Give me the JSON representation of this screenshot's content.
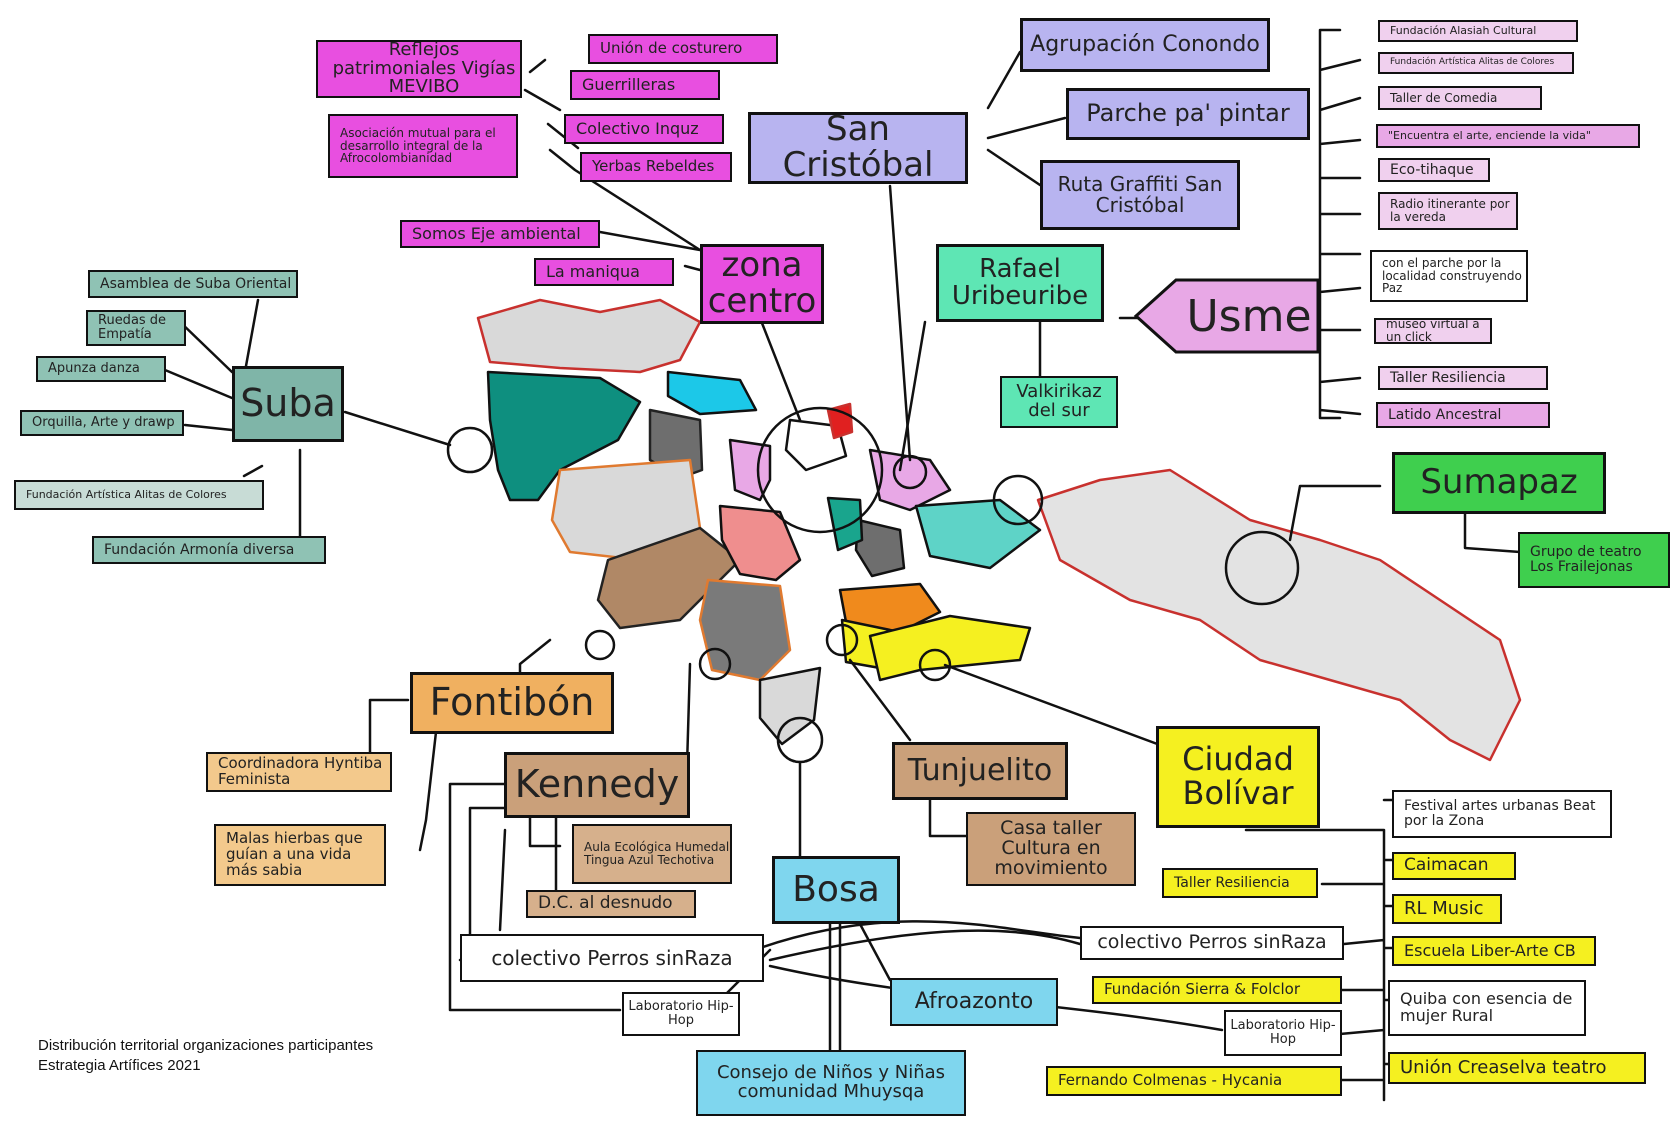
{
  "caption": {
    "line1": "Distribución territorial  organizaciones participantes",
    "line2": "Estrategia Artífices 2021"
  },
  "colors": {
    "magenta": "#e84fe0",
    "lavender": "#b8b4f0",
    "mint": "#5ee6b4",
    "teal": "#7fb5a8",
    "orange": "#f0b060",
    "brown": "#caa07a",
    "sky": "#7fd6ee",
    "yellow": "#f5f020",
    "green": "#3fcf4e",
    "pink": "#e8a8e6",
    "mapGray": "#d9d9d9",
    "mapRed": "#c8312e"
  },
  "localities": {
    "suba": {
      "name": "Suba",
      "orgs": [
        "Asamblea de Suba Oriental",
        "Ruedas de Empatía",
        "Apunza danza",
        "Orquilla, Arte y drawp",
        "Fundación Artística Alitas de Colores",
        "Fundación Armonía diversa"
      ]
    },
    "zona_centro": {
      "name": "zona centro",
      "orgs": [
        "Reflejos patrimoniales Vigías MEVIBO",
        "Asociación mutual para el desarrollo integral de la Afrocolombianidad",
        "Unión de costurero",
        "Guerrilleras",
        "Colectivo Inquz",
        "Yerbas Rebeldes",
        "Somos Eje ambiental",
        "La maniqua"
      ]
    },
    "san_cristobal": {
      "name": "San Cristóbal",
      "orgs": [
        "Agrupación Conondo",
        "Parche pa' pintar",
        "Ruta Graffiti San Cristóbal"
      ]
    },
    "rafael_uribe": {
      "name": "Rafael Uribeuribe",
      "orgs": [
        "Valkirikaz del sur"
      ]
    },
    "usme": {
      "name": "Usme",
      "orgs": [
        "Fundación Alasiah Cultural",
        "Fundación Artística Alitas de Colores",
        "Taller de Comedia",
        "\"Encuentra el arte, enciende la vida\"",
        "Eco-tihaque",
        "Radio itinerante por la vereda",
        "con el parche por la localidad construyendo Paz",
        "museo virtual a un click",
        "Taller Resiliencia",
        "Latido Ancestral"
      ]
    },
    "sumapaz": {
      "name": "Sumapaz",
      "orgs": [
        "Grupo de teatro Los Frailejonas"
      ]
    },
    "fontibon": {
      "name": "Fontibón",
      "orgs": [
        "Coordinadora Hyntiba Feminista",
        "Malas hierbas que guían a una vida más sabia"
      ]
    },
    "kennedy": {
      "name": "Kennedy",
      "orgs": [
        "Aula Ecológica Humedal Tingua Azul Techotiva",
        "D.C. al desnudo",
        "colectivo Perros sinRaza",
        "Laboratorio Hip-Hop"
      ]
    },
    "bosa": {
      "name": "Bosa",
      "orgs": [
        "Afroazonto",
        "Consejo de Niños y Niñas comunidad Mhuysqa"
      ]
    },
    "tunjuelito": {
      "name": "Tunjuelito",
      "orgs": [
        "Casa taller Cultura en movimiento"
      ]
    },
    "ciudad_bolivar": {
      "name": "Ciudad Bolívar",
      "orgs_left": [
        "Taller Resiliencia",
        "colectivo Perros sinRaza",
        "Fundación Sierra & Folclor",
        "Laboratorio Hip-Hop",
        "Fernando Colmenas - Hycania"
      ],
      "orgs_right": [
        "Festival artes urbanas Beat por la Zona",
        "Caimacan",
        "RL Music",
        "Escuela Liber-Arte CB",
        "Quiba con esencia de mujer Rural",
        "Unión Creaselva teatro"
      ]
    }
  }
}
